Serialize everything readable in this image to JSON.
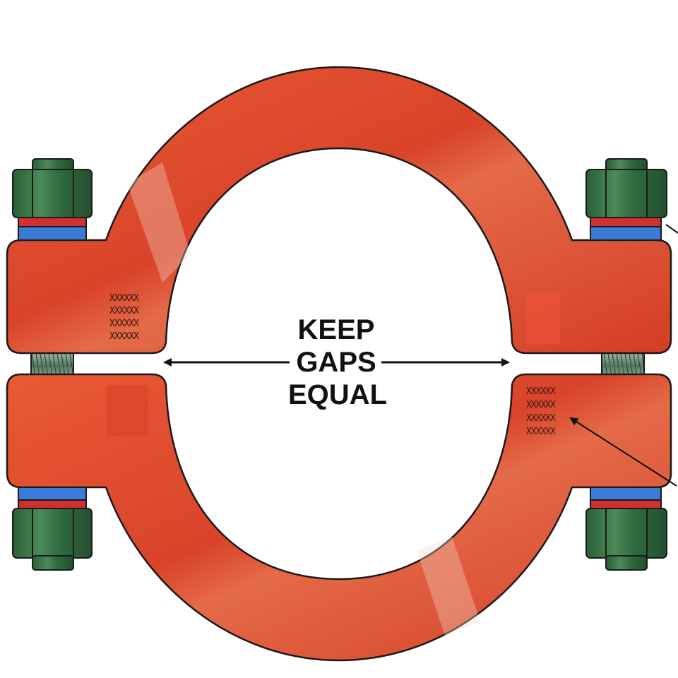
{
  "diagram": {
    "label_lines": [
      "KEEP",
      "GAPS",
      "EQUAL"
    ],
    "marking_rows_left": [
      "XXXXXX",
      "XXXXXX",
      "XXXXXX",
      "XXXXXX"
    ],
    "marking_rows_right": [
      "XXXXXX",
      "XXXXXX",
      "XXXXXX",
      "XXXXXX"
    ],
    "colors": {
      "clamp": "#e04a2a",
      "clamp_dark": "#c83a1e",
      "outline": "#1a1a1a",
      "nut": "#2f6b3e",
      "nut_highlight": "#4f8f5c",
      "washer_blue": "#3a7ad8",
      "washer_red": "#d03030",
      "thread": "#6f8f78",
      "arrow": "#111111",
      "background": "#ffffff"
    }
  }
}
